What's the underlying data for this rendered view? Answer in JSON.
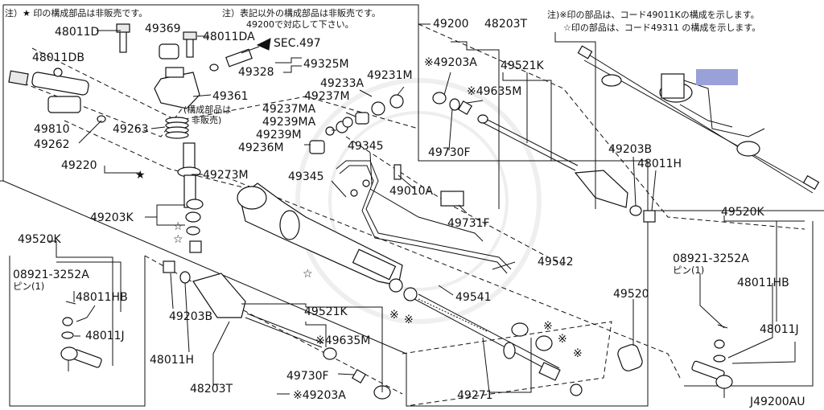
{
  "notes": {
    "top_left": "注）★ 印の構成部品は非販売です。",
    "top_mid_1": "注）表記以外の構成部品は非販売です。",
    "top_mid_2": "49200で対応して下さい。",
    "top_right_1": "注)※印の部品は、コード49011Kの構成を示します。",
    "top_right_2": "☆印の部品は、コード49311 の構成を示します。",
    "sub_note": "(構成部品は",
    "sub_note_2": "非販売)",
    "diagram_code": "J49200AU"
  },
  "labels": {
    "p48011D": "48011D",
    "p49369": "49369",
    "p48011DA": "48011DA",
    "sec497": "SEC.497",
    "p48011DB": "48011DB",
    "p49325M": "49325M",
    "p49328": "49328",
    "p49361": "49361",
    "p49810": "49810",
    "p49262": "49262",
    "p49263": "49263",
    "p49220": "49220",
    "p49273M": "49273M",
    "p49203K": "49203K",
    "p49200": "49200",
    "p48203T_top": "48203T",
    "p49203A_top": "※49203A",
    "p49521K_top": "49521K",
    "p49635M_top": "※49635M",
    "p49233A": "49233A",
    "p49231M": "49231M",
    "p49237M": "49237M",
    "p49237MA": "49237MA",
    "p49239MA": "49239MA",
    "p49239M": "49239M",
    "p49236M": "49236M",
    "p49345_a": "49345",
    "p49345_b": "49345",
    "p49010A": "49010A",
    "p49730F_top": "49730F",
    "p49203B_top": "49203B",
    "p48011H_top": "48011H",
    "p49731F": "49731F",
    "p49542": "49542",
    "p49541": "49541",
    "p49520K_left": "49520K",
    "p08921_left": "08921-3252A",
    "pin_left": "ピン(1)",
    "p48011HB_left": "48011HB",
    "p48011J_left": "48011J",
    "p49203B_bot": "49203B",
    "p48011H_bot": "48011H",
    "p48203T_bot": "48203T",
    "p49521K_bot": "49521K",
    "p49635M_bot": "※49635M",
    "p49730F_bot": "49730F",
    "p49203A_bot": "※49203A",
    "p49520": "49520",
    "p49271": "49271",
    "p49520K_right": "49520K",
    "p08921_right": "08921-3252A",
    "pin_right": "ピン(1)",
    "p48011HB_right": "48011HB",
    "p48011J_right": "48011J"
  },
  "highlight_color": "#9aa0d8"
}
